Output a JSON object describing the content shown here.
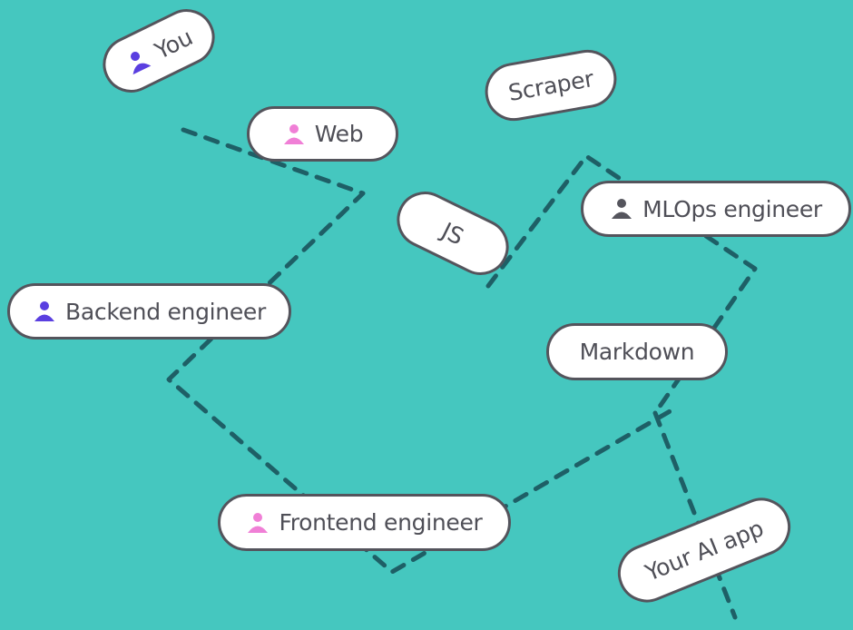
{
  "colors": {
    "background": "#45c7bf",
    "line": "#1e5f66",
    "pill_fill": "#ffffff",
    "pill_border": "#54545c",
    "text": "#4f4f57"
  },
  "nodes": [
    {
      "id": "you",
      "label": "You",
      "icon": "person-icon",
      "icon_color": "#5a3fe0"
    },
    {
      "id": "web",
      "label": "Web",
      "icon": "person-icon",
      "icon_color": "#f07fd6"
    },
    {
      "id": "scraper",
      "label": "Scraper",
      "icon": null,
      "icon_color": null
    },
    {
      "id": "mlops",
      "label": "MLOps engineer",
      "icon": "person-icon",
      "icon_color": "#55555d"
    },
    {
      "id": "js",
      "label": "JS",
      "icon": null,
      "icon_color": null
    },
    {
      "id": "backend",
      "label": "Backend engineer",
      "icon": "person-icon",
      "icon_color": "#5a3fe0"
    },
    {
      "id": "markdown",
      "label": "Markdown",
      "icon": null,
      "icon_color": null
    },
    {
      "id": "frontend",
      "label": "Frontend engineer",
      "icon": "person-icon",
      "icon_color": "#f07fd6"
    },
    {
      "id": "ai-app",
      "label": "Your AI app",
      "icon": null,
      "icon_color": null
    }
  ],
  "connections": [
    {
      "from": "web",
      "to": "frontend",
      "style": "dashed"
    },
    {
      "from": "js",
      "to": "markdown",
      "style": "dashed"
    },
    {
      "from": "markdown",
      "to": "ai-app",
      "style": "dashed"
    },
    {
      "from": "frontend",
      "to": "ai-app",
      "style": "dashed"
    }
  ]
}
